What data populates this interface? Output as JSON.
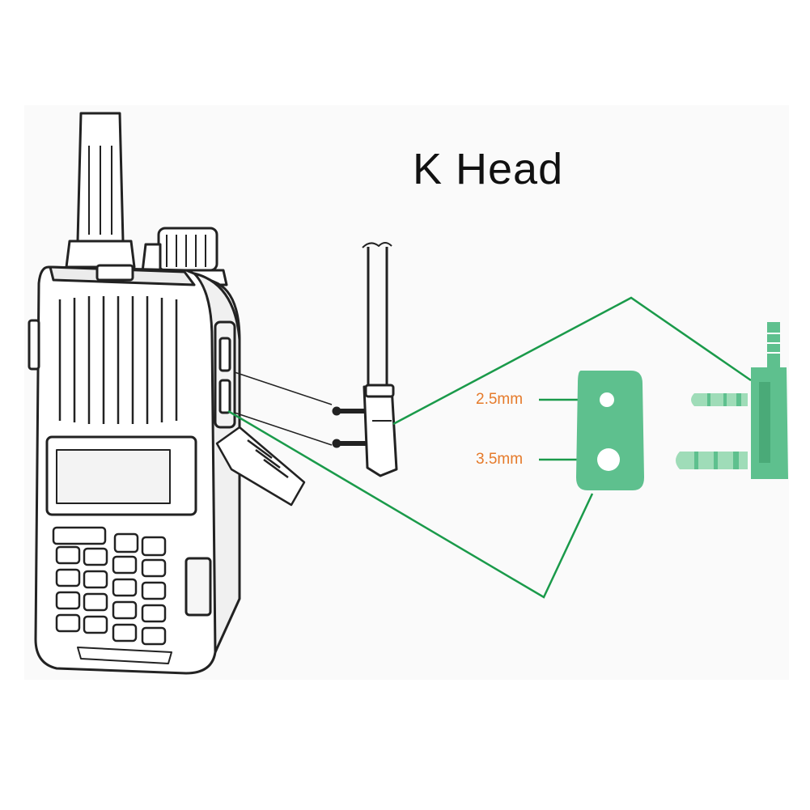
{
  "title": "K Head",
  "labels": {
    "small_hole": "2.5mm",
    "large_hole": "3.5mm"
  },
  "colors": {
    "leader_line": "#1a9a4a",
    "connector_fill": "#5ec08e",
    "label_text": "#e57a2a",
    "outline": "#222222",
    "background_panel": "#f7f7f7"
  },
  "icons": {
    "radio": "walkie-talkie-icon",
    "plug": "k-plug-icon",
    "socket": "connector-face-icon",
    "pins": "dual-pin-icon"
  }
}
